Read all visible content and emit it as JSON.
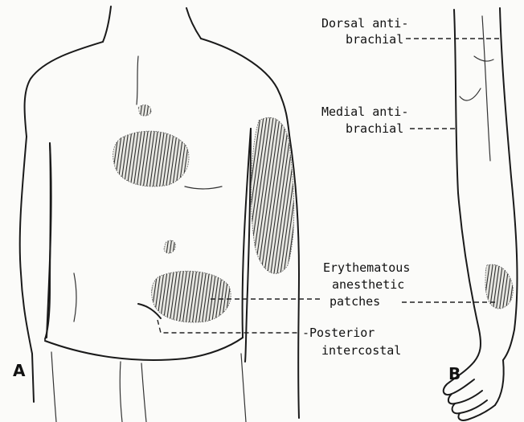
{
  "labels": {
    "dorsal_line1": "Dorsal anti-",
    "dorsal_line2": "brachial",
    "medial_line1": "Medial anti-",
    "medial_line2": "brachial",
    "patches_line1": "Erythematous",
    "patches_line2": "anesthetic",
    "patches_line3": "patches",
    "posterior_line1": "-Posterior",
    "posterior_line2": "intercostal"
  },
  "panels": {
    "a": "A",
    "b": "B"
  }
}
